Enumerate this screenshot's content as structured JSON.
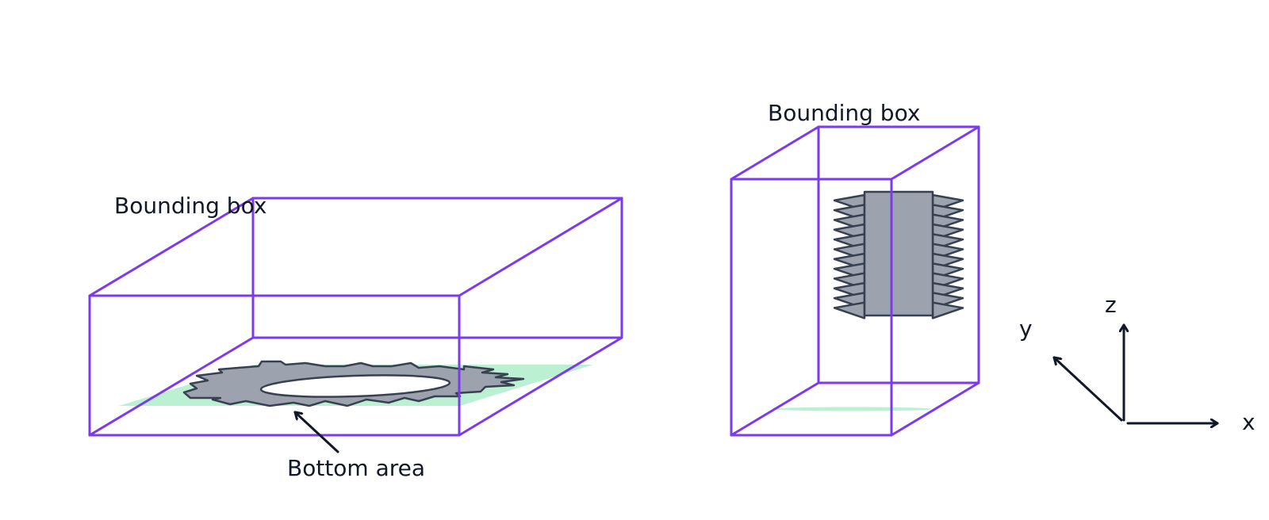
{
  "labels": {
    "left_bounding_box": "Bounding box",
    "right_bounding_box": "Bounding box",
    "bottom_area": "Bottom area"
  },
  "axes": {
    "x": "x",
    "y": "y",
    "z": "z"
  },
  "colors": {
    "bounding_box": "#7c3aed",
    "part_fill": "#9ca3af",
    "part_stroke": "#374151",
    "bottom_area_fill": "#bbf0d2",
    "arrow": "#111827",
    "text": "#111827"
  }
}
